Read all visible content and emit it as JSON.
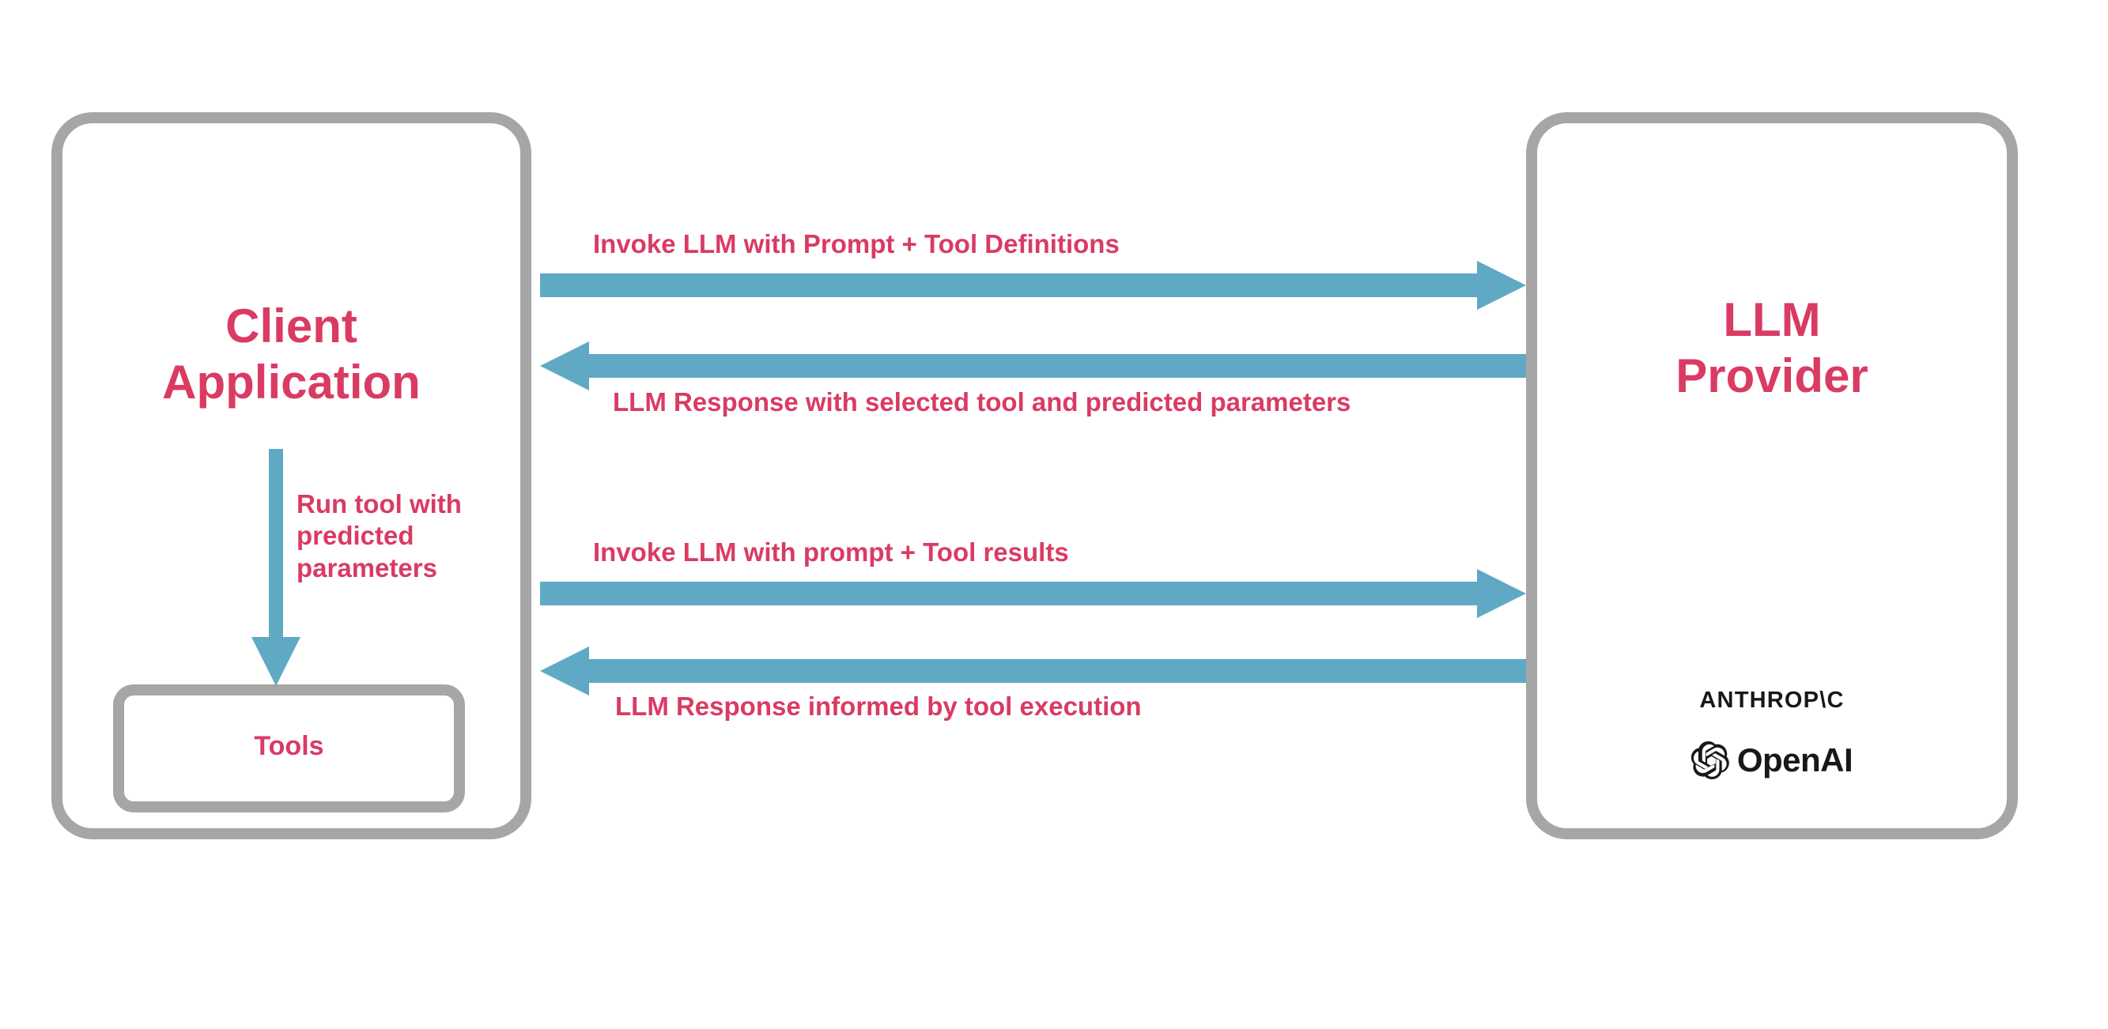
{
  "diagram": {
    "title": "LLM tool-calling sequence between client application and LLM provider",
    "background_color": "#ffffff",
    "accent_colors": {
      "node_border": "#a6a6a6",
      "label_text": "#d93b63",
      "arrow": "#5fa9c4",
      "logo_text": "#18181a"
    }
  },
  "nodes": {
    "client": {
      "title": "Client\nApplication",
      "tools": {
        "label": "Tools"
      }
    },
    "provider": {
      "title": "LLM\nProvider",
      "logos": [
        {
          "name": "anthropic-logo",
          "text": "ANTHROP\\C"
        },
        {
          "name": "openai-logo",
          "text": "OpenAI"
        }
      ]
    }
  },
  "flows": [
    {
      "id": "invoke-1",
      "label": "Invoke LLM with Prompt + Tool Definitions",
      "direction": "client-to-provider"
    },
    {
      "id": "response-1",
      "label": "LLM Response with selected tool and predicted parameters",
      "direction": "provider-to-client"
    },
    {
      "id": "invoke-2",
      "label": "Invoke LLM with prompt + Tool results",
      "direction": "client-to-provider"
    },
    {
      "id": "response-2",
      "label": "LLM Response informed by tool execution",
      "direction": "provider-to-client"
    },
    {
      "id": "run-tool",
      "label": "Run tool with\npredicted\nparameters",
      "direction": "client-to-tools"
    }
  ]
}
